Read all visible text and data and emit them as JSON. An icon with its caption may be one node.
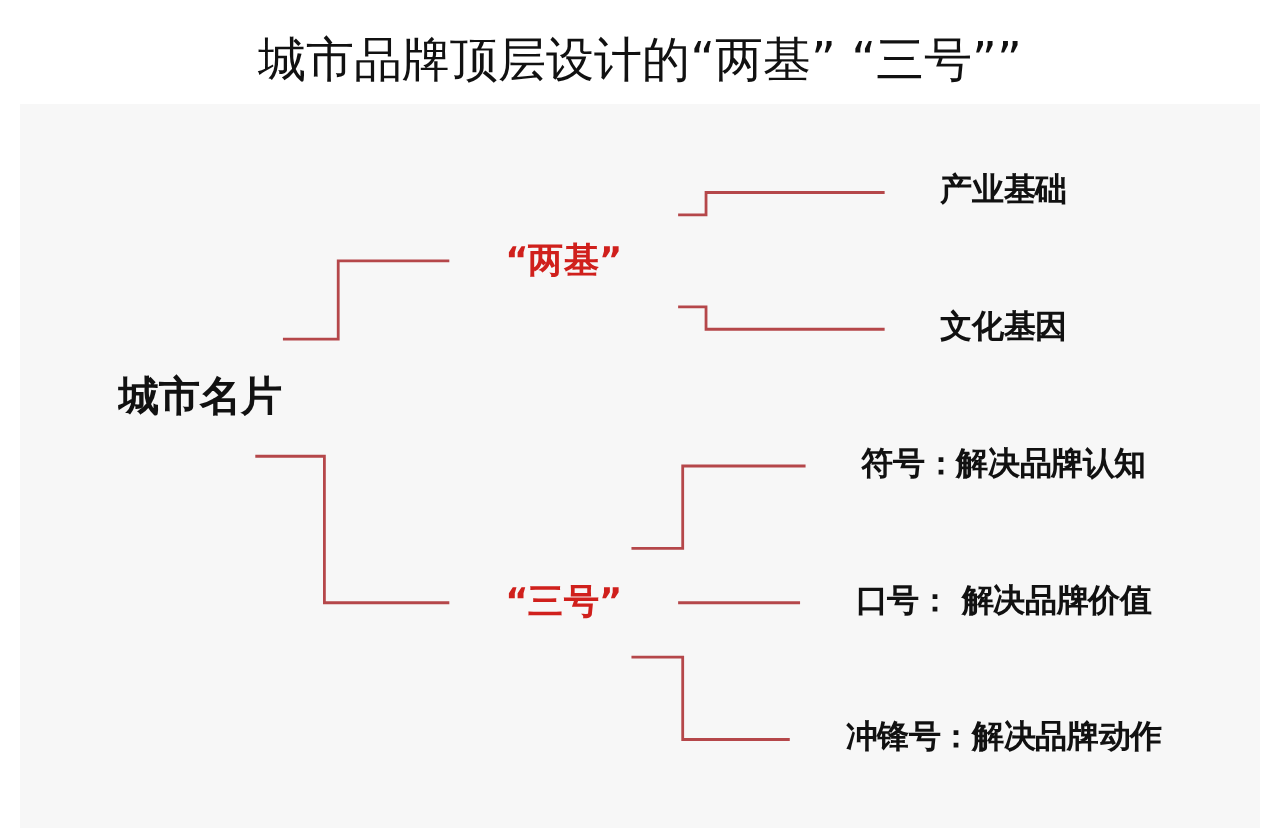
{
  "diagram": {
    "title": "城市品牌顶层设计的“两基” “三号””",
    "nodes": [
      {
        "text": [
          "城市名片"
        ]
      },
      {
        "text": [
          "“两基”"
        ]
      },
      {
        "text": [
          "产业基础"
        ]
      },
      {
        "text": [
          "文化基因"
        ]
      },
      {
        "text": [
          "“三号”"
        ]
      },
      {
        "text": [
          "符号：解决品牌认知"
        ]
      },
      {
        "text": [
          "口号： 解决品牌价值"
        ]
      },
      {
        "text": [
          "冲锋号：解决品牌动作"
        ]
      }
    ],
    "edges": [
      {
        "from": 0,
        "to": 1,
        "arrow": "none"
      },
      {
        "from": 0,
        "to": 4,
        "arrow": "none"
      },
      {
        "from": 1,
        "to": 2,
        "arrow": "none"
      },
      {
        "from": 1,
        "to": 3,
        "arrow": "none"
      },
      {
        "from": 4,
        "to": 5,
        "arrow": "none"
      },
      {
        "from": 4,
        "to": 6,
        "arrow": "none"
      },
      {
        "from": 4,
        "to": 7,
        "arrow": "none"
      }
    ]
  }
}
